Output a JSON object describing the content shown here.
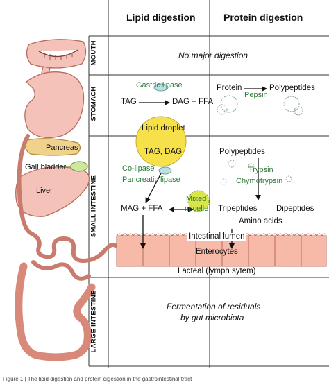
{
  "headers": {
    "lipid": "Lipid digestion",
    "protein": "Protein digestion"
  },
  "rows": {
    "mouth": "Mouth",
    "stomach": "Stomach",
    "small_intestine": "Small intestine",
    "large_intestine": "Large intestine"
  },
  "organs": {
    "pancreas": "Pancreas",
    "gall_bladder": "Gall bladder",
    "liver": "Liver"
  },
  "mouth_text": "No major digestion",
  "stomach": {
    "gastric_lipase": "Gastric lipase",
    "tag": "TAG",
    "dag_ffa": "DAG + FFA",
    "lipid_droplet": "Lipid droplet",
    "protein": "Protein",
    "pepsin": "Pepsin",
    "polypeptides": "Polypeptides"
  },
  "small_intestine": {
    "tag_dag": "TAG, DAG",
    "colipase": "Co-lipase",
    "pancreatic_lipase": "Pancreatic lipase",
    "mag_ffa": "MAG + FFA",
    "mixed_micelle_line1": "Mixed",
    "mixed_micelle_line2": "micelle",
    "polypeptides": "Polypeptides",
    "trypsin": "Trypsin",
    "chymotrypsin": "Chymotrypsin",
    "tripeptides": "Tripeptides",
    "dipeptides": "Dipeptides",
    "amino_acids": "Amino acids",
    "intestinal_lumen": "Intestinal lumen",
    "enterocytes": "Enterocytes",
    "lacteal": "Lacteal (lymph sytem)"
  },
  "large_intestine": {
    "line1": "Fermentation of residuals",
    "line2": "by gut microbiota"
  },
  "caption": "Figure 1 | The lipid digestion and protein digestion in the gastrointestinal tract",
  "colors": {
    "organ_fill": "#f4c2b8",
    "organ_stroke": "#b86b60",
    "droplet": "#f6e14a",
    "enzyme_green": "#2f7a3a",
    "grid": "#333333",
    "cell_fill": "#f7b9a8",
    "micelle": "#d8e64a"
  }
}
